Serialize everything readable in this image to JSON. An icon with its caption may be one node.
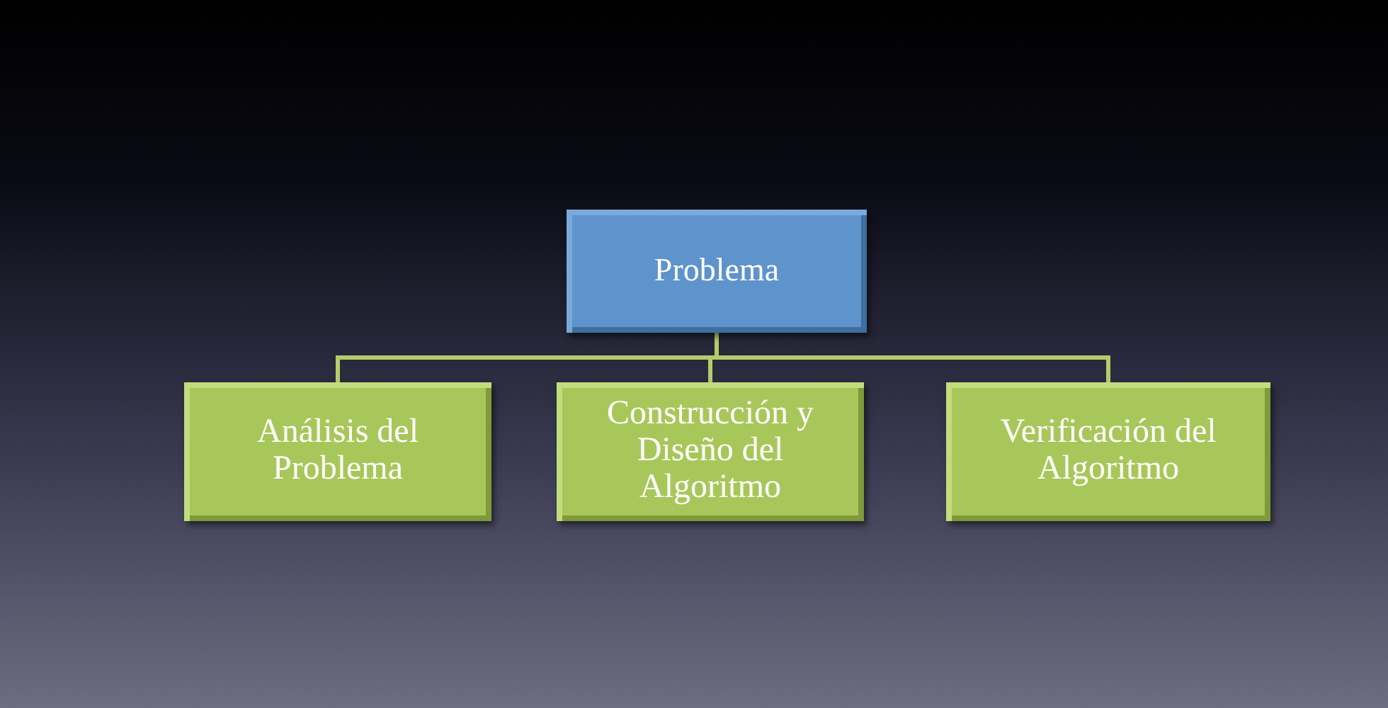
{
  "diagram": {
    "nodes": [
      {
        "text": [
          "Problema"
        ]
      },
      {
        "text": [
          "Análisis del Problema"
        ]
      },
      {
        "text": [
          "Construcción y Diseño del Algoritmo"
        ]
      },
      {
        "text": [
          "Verificación del Algoritmo"
        ]
      }
    ],
    "edges": [
      {
        "from": 0,
        "to": 1,
        "arrow": "none"
      },
      {
        "from": 0,
        "to": 2,
        "arrow": "none"
      },
      {
        "from": 0,
        "to": 3,
        "arrow": "none"
      }
    ]
  }
}
